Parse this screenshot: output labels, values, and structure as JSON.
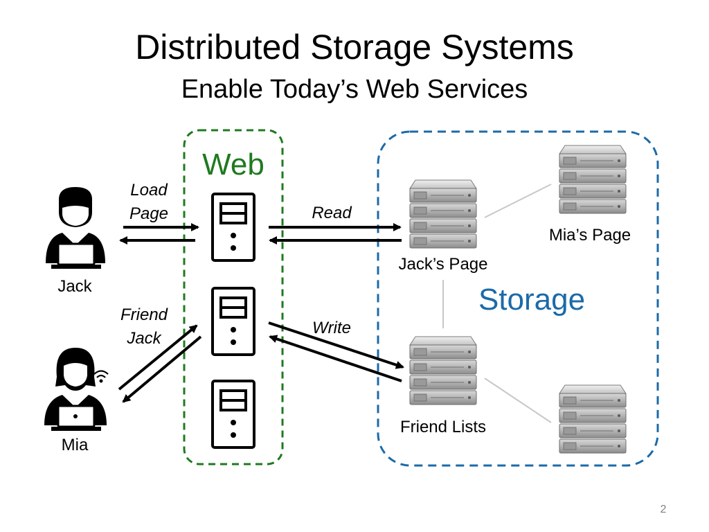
{
  "slide": {
    "title": "Distributed Storage Systems",
    "subtitle": "Enable Today’s Web Services",
    "page_number": "2"
  },
  "groups": {
    "web_label": "Web",
    "storage_label": "Storage"
  },
  "users": {
    "jack": "Jack",
    "mia": "Mia"
  },
  "actions": {
    "load_page_line1": "Load",
    "load_page_line2": "Page",
    "friend_jack_line1": "Friend",
    "friend_jack_line2": "Jack",
    "read": "Read",
    "write": "Write"
  },
  "storage_nodes": {
    "jacks_page": "Jack’s Page",
    "mias_page": "Mia’s Page",
    "friend_lists": "Friend Lists"
  },
  "colors": {
    "web_group": "#1f7a1f",
    "storage_group": "#1b6aa8",
    "arrows": "#000000",
    "server_rack": "#9a9a9a",
    "connector": "#c8c8c8"
  },
  "icons": {
    "user": "user-laptop-icon",
    "web_server": "web-server-icon",
    "storage_server": "server-rack-icon",
    "wifi": "wifi-icon"
  }
}
